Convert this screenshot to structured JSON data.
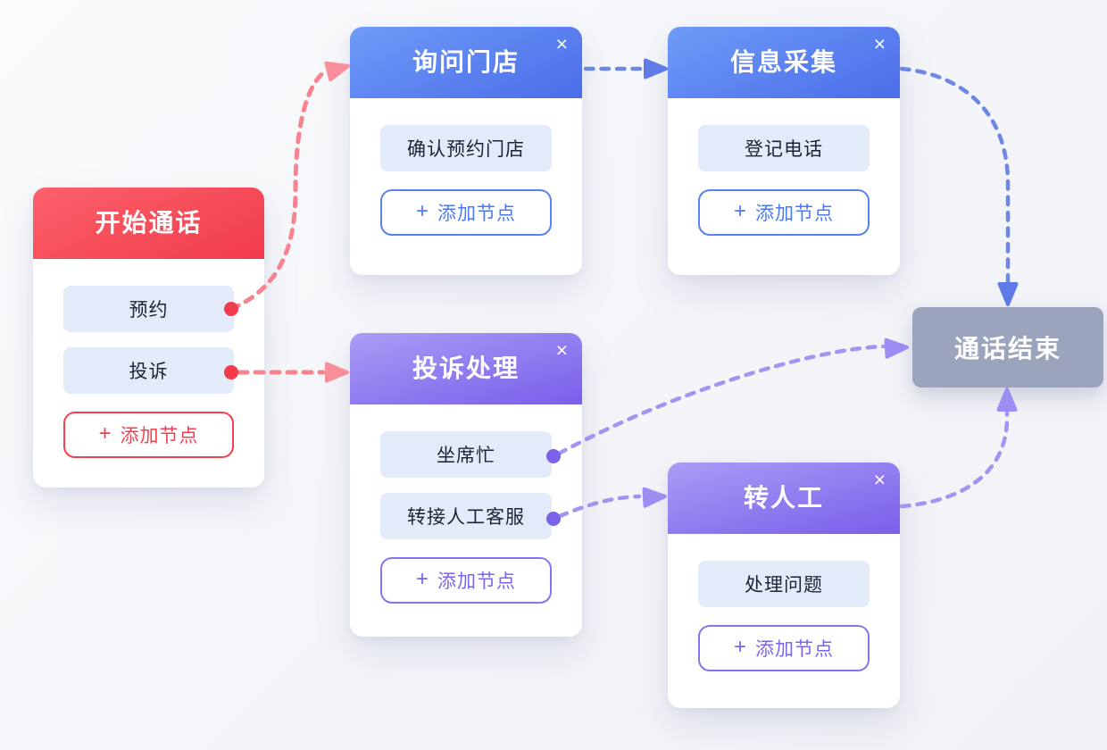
{
  "icons": {
    "close": "×",
    "plus": "+"
  },
  "palette": {
    "red_header_from": "#FC616B",
    "red_header_to": "#F13B4B",
    "blue_header_from": "#6F9BF8",
    "blue_header_to": "#4B6DE9",
    "purple_header_from": "#A99DF6",
    "purple_header_to": "#7A5EEA",
    "end_node_bg": "#9AA4BD",
    "pill_bg": "#E3EAFA",
    "edge_red": "#F6838E",
    "edge_blue": "#6E87E5",
    "edge_purple": "#A294F0",
    "dot_red": "#F23C4C",
    "dot_purple": "#7B62E8"
  },
  "nodes": [
    {
      "id": "start-call",
      "title": "开始通话",
      "items": [
        "预约",
        "投诉"
      ],
      "add_label": "添加节点"
    },
    {
      "id": "ask-store",
      "title": "询问门店",
      "items": [
        "确认预约门店"
      ],
      "add_label": "添加节点"
    },
    {
      "id": "info-collect",
      "title": "信息采集",
      "items": [
        "登记电话"
      ],
      "add_label": "添加节点"
    },
    {
      "id": "complaint-handle",
      "title": "投诉处理",
      "items": [
        "坐席忙",
        "转接人工客服"
      ],
      "add_label": "添加节点"
    },
    {
      "id": "to-human",
      "title": "转人工",
      "items": [
        "处理问题"
      ],
      "add_label": "添加节点"
    },
    {
      "id": "end-call",
      "title": "通话结束"
    }
  ],
  "edges": [
    {
      "from": "开始通话.预约",
      "to": "询问门店",
      "color_family": "red"
    },
    {
      "from": "开始通话.投诉",
      "to": "投诉处理",
      "color_family": "red"
    },
    {
      "from": "询问门店",
      "to": "信息采集",
      "color_family": "blue"
    },
    {
      "from": "信息采集",
      "to": "通话结束",
      "color_family": "blue"
    },
    {
      "from": "投诉处理.坐席忙",
      "to": "通话结束",
      "color_family": "purple"
    },
    {
      "from": "投诉处理.转接人工客服",
      "to": "转人工",
      "color_family": "purple"
    },
    {
      "from": "转人工",
      "to": "通话结束",
      "color_family": "purple"
    }
  ]
}
